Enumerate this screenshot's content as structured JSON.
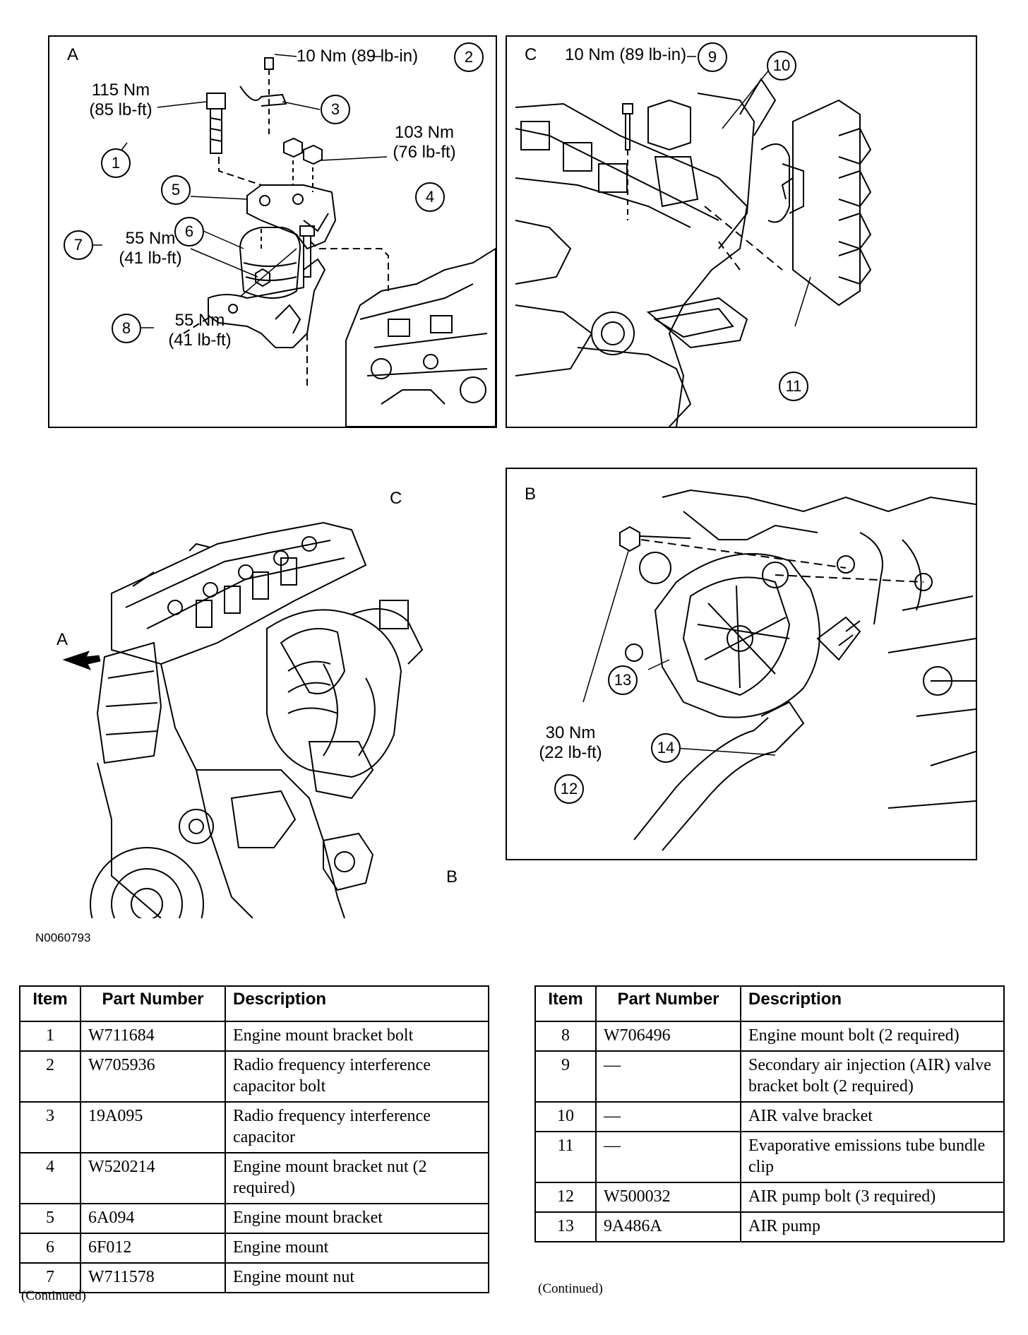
{
  "figure": {
    "id": "N0060793",
    "panels": {
      "A": {
        "letter": "A",
        "callouts": [
          "1",
          "2",
          "3",
          "4",
          "5",
          "6",
          "7",
          "8"
        ],
        "torques": {
          "t1": [
            "115 Nm",
            "(85 lb-ft)"
          ],
          "t2": "10 Nm (89 lb-in)",
          "t4": [
            "103 Nm",
            "(76 lb-ft)"
          ],
          "t7": [
            "55 Nm",
            "(41 lb-ft)"
          ],
          "t8": [
            "55 Nm",
            "(41 lb-ft)"
          ]
        }
      },
      "C": {
        "letter": "C",
        "callouts": [
          "9",
          "10",
          "11"
        ],
        "torques": {
          "t9": "10 Nm (89 lb-in)"
        }
      },
      "B": {
        "letter": "B",
        "callouts": [
          "12",
          "13",
          "14"
        ],
        "torques": {
          "t12": [
            "30 Nm",
            "(22 lb-ft)"
          ]
        }
      },
      "overview": {
        "arrows": [
          "A",
          "B",
          "C"
        ]
      }
    }
  },
  "tables": {
    "headers": {
      "item": "Item",
      "part_number": "Part Number",
      "description": "Description"
    },
    "left": [
      {
        "item": "1",
        "part_number": "W711684",
        "description": "Engine mount bracket bolt"
      },
      {
        "item": "2",
        "part_number": "W705936",
        "description": "Radio frequency interference capacitor bolt"
      },
      {
        "item": "3",
        "part_number": "19A095",
        "description": "Radio frequency interference capacitor"
      },
      {
        "item": "4",
        "part_number": "W520214",
        "description": "Engine mount bracket nut (2 required)"
      },
      {
        "item": "5",
        "part_number": "6A094",
        "description": "Engine mount bracket"
      },
      {
        "item": "6",
        "part_number": "6F012",
        "description": "Engine mount"
      },
      {
        "item": "7",
        "part_number": "W711578",
        "description": "Engine mount nut"
      }
    ],
    "right": [
      {
        "item": "8",
        "part_number": "W706496",
        "description": "Engine mount bolt (2 required)"
      },
      {
        "item": "9",
        "part_number": "—",
        "description": "Secondary air injection (AIR) valve bracket bolt (2 required)"
      },
      {
        "item": "10",
        "part_number": "—",
        "description": "AIR valve bracket"
      },
      {
        "item": "11",
        "part_number": "—",
        "description": "Evaporative emissions tube bundle clip"
      },
      {
        "item": "12",
        "part_number": "W500032",
        "description": "AIR pump bolt (3 required)"
      },
      {
        "item": "13",
        "part_number": "9A486A",
        "description": "AIR pump"
      }
    ],
    "continued": "(Continued)"
  }
}
